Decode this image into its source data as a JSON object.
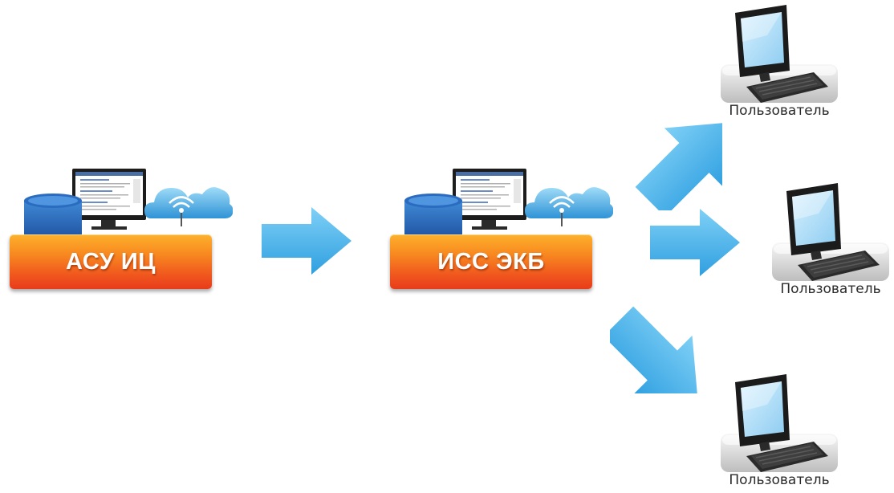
{
  "systems": [
    {
      "label": "АСУ ИЦ",
      "icons": [
        "database-icon",
        "monitor-icon",
        "cloud-wireless-icon"
      ]
    },
    {
      "label": "ИСС ЭКБ",
      "icons": [
        "database-icon",
        "monitor-icon",
        "cloud-wireless-icon"
      ]
    }
  ],
  "users": [
    {
      "label": "Пользователь",
      "icon": "computer-icon"
    },
    {
      "label": "Пользователь",
      "icon": "computer-icon"
    },
    {
      "label": "Пользователь",
      "icon": "computer-icon"
    }
  ],
  "colors": {
    "plate_top": "#fdb12c",
    "plate_bottom": "#e83c1a",
    "arrow": "#45b3ea",
    "database": "#2f6fc1",
    "cloud": "#4aa9e2"
  }
}
